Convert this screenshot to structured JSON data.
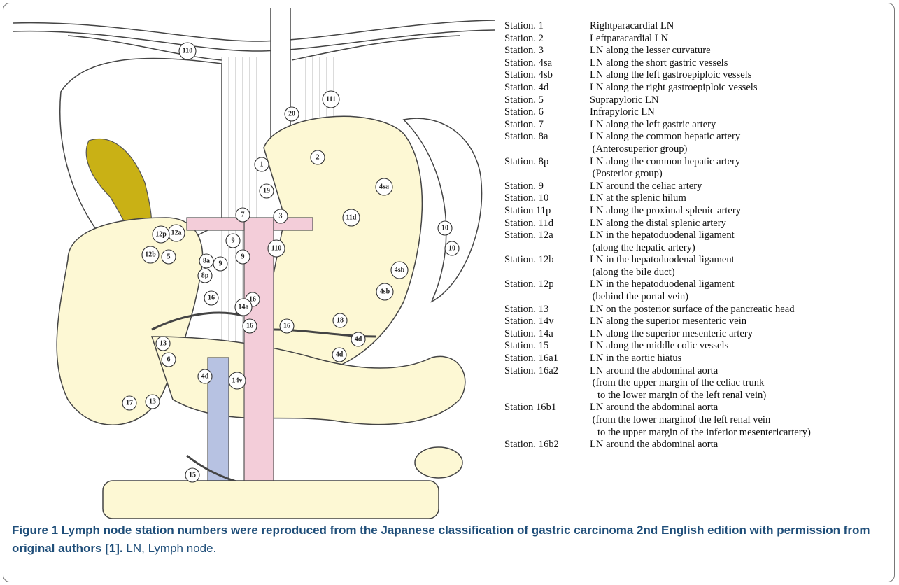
{
  "legend": [
    {
      "station": "Station. 1",
      "desc": [
        "Rightparacardial LN"
      ]
    },
    {
      "station": "Station. 2",
      "desc": [
        "Leftparacardial LN"
      ]
    },
    {
      "station": "Station. 3",
      "desc": [
        "LN along the lesser curvature"
      ]
    },
    {
      "station": "Station. 4sa",
      "desc": [
        "LN along the short gastric vessels"
      ]
    },
    {
      "station": "Station. 4sb",
      "desc": [
        "LN along the left gastroepiploic vessels"
      ]
    },
    {
      "station": "Station. 4d",
      "desc": [
        "LN along the right gastroepiploic vessels"
      ]
    },
    {
      "station": "Station. 5",
      "desc": [
        "Suprapyloric LN"
      ]
    },
    {
      "station": "Station. 6",
      "desc": [
        "Infrapyloric LN"
      ]
    },
    {
      "station": "Station. 7",
      "desc": [
        "LN along the left gastric artery"
      ]
    },
    {
      "station": "Station. 8a",
      "desc": [
        "LN along the common hepatic artery",
        "(Anterosuperior group)"
      ]
    },
    {
      "station": "Station. 8p",
      "desc": [
        "LN along the common hepatic artery",
        "(Posterior group)"
      ]
    },
    {
      "station": "Station. 9",
      "desc": [
        "LN around the celiac artery"
      ]
    },
    {
      "station": "Station. 10",
      "desc": [
        "LN at the splenic hilum"
      ]
    },
    {
      "station": "Station 11p",
      "desc": [
        "LN along the proximal splenic artery"
      ]
    },
    {
      "station": "Station. 11d",
      "desc": [
        "LN along the distal splenic artery"
      ]
    },
    {
      "station": "Station. 12a",
      "desc": [
        "LN in the hepatoduodenal ligament",
        "(along the hepatic artery)"
      ]
    },
    {
      "station": "Station. 12b",
      "desc": [
        "LN in the hepatoduodenal ligament",
        "(along the bile duct)"
      ]
    },
    {
      "station": "Station. 12p",
      "desc": [
        "LN in the hepatoduodenal ligament",
        "(behind the portal vein)"
      ]
    },
    {
      "station": "Station. 13",
      "desc": [
        "LN on the posterior surface of the pancreatic head"
      ]
    },
    {
      "station": "Station. 14v",
      "desc": [
        "LN along the superior mesenteric vein"
      ]
    },
    {
      "station": "Station. 14a",
      "desc": [
        "LN along the superior mesenteric artery"
      ]
    },
    {
      "station": "Station. 15",
      "desc": [
        "LN along the middle colic vessels"
      ]
    },
    {
      "station": "Station. 16a1",
      "desc": [
        "LN in the aortic hiatus"
      ]
    },
    {
      "station": "Station. 16a2",
      "desc": [
        "LN around the abdominal aorta",
        "(from the upper margin of the celiac trunk",
        "to the lower margin of the left renal vein)"
      ]
    },
    {
      "station": "Station 16b1",
      "desc": [
        "LN around the abdominal aorta",
        "(from the lower marginof the left renal vein",
        "to the upper margin of the inferior mesentericartery)"
      ]
    },
    {
      "station": "Station. 16b2",
      "desc": [
        "LN around the abdominal aorta"
      ]
    }
  ],
  "caption": {
    "bold": "Figure 1 Lymph node station numbers were reproduced from the Japanese classification of gastric carcinoma 2nd English edition with permission from original authors [1].",
    "normal": " LN, Lymph node."
  },
  "node_labels": [
    "110",
    "111",
    "20",
    "1",
    "2",
    "19",
    "3",
    "4sa",
    "10",
    "10",
    "11d",
    "7",
    "9",
    "9",
    "9",
    "110",
    "12a",
    "12p",
    "12b",
    "5",
    "8a",
    "8p",
    "16",
    "16",
    "16",
    "16",
    "14a",
    "4sb",
    "4sb",
    "18",
    "4d",
    "4d",
    "13",
    "6",
    "4d",
    "17",
    "13",
    "14v",
    "15"
  ],
  "colors": {
    "gallbladder": "#c9b115",
    "artery": "#f3cdd9",
    "vein": "#b7c2e2",
    "caption": "#1f4e79",
    "tissue": "#fbf7d6"
  }
}
